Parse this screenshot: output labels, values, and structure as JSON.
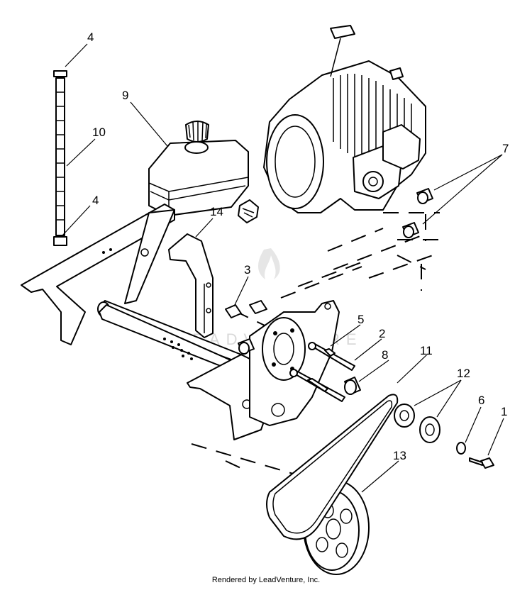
{
  "callouts": {
    "c1": "1",
    "c2": "2",
    "c3": "3",
    "c4a": "4",
    "c4b": "4",
    "c5": "5",
    "c6": "6",
    "c7": "7",
    "c8": "8",
    "c9": "9",
    "c10": "10",
    "c11": "11",
    "c12": "12",
    "c13": "13",
    "c14": "14"
  },
  "watermark": "LEADVENTURE",
  "footer": "Rendered by LeadVenture, Inc."
}
